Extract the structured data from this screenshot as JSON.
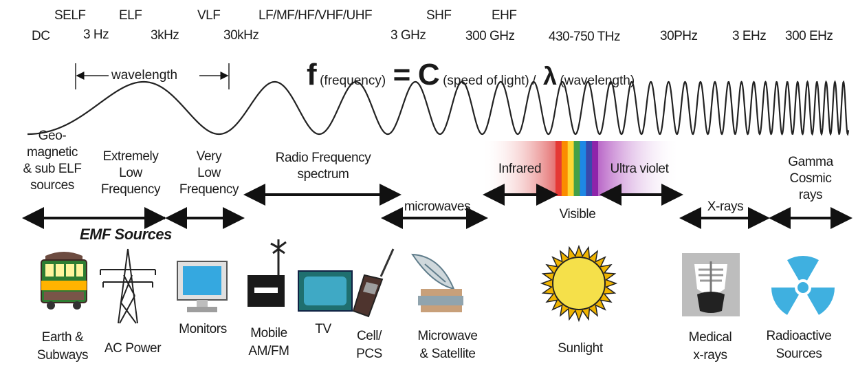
{
  "bands": [
    "SELF",
    "ELF",
    "VLF",
    "LF/MF/HF/VHF/UHF",
    "SHF",
    "EHF"
  ],
  "frequencies": [
    "DC",
    "3 Hz",
    "3kHz",
    "30kHz",
    "3 GHz",
    "300 GHz",
    "430-750 THz",
    "30PHz",
    "3 EHz",
    "300 EHz"
  ],
  "wavelength_label": "wavelength",
  "formula": {
    "f": "f",
    "f_note": "(frequency)",
    "equals": "=",
    "c": "C",
    "c_note": "(speed of light)",
    "slash": "/",
    "lambda": "λ",
    "lambda_note": "(wavelength)"
  },
  "categories": {
    "geomagnetic": [
      "Geo-",
      "magnetic",
      "& sub ELF",
      "sources"
    ],
    "elf": [
      "Extremely",
      "Low",
      "Frequency"
    ],
    "vlf": [
      "Very",
      "Low",
      "Frequency"
    ],
    "radio": [
      "Radio Frequency",
      "spectrum"
    ],
    "microwaves": "microwaves",
    "infrared": "Infrared",
    "ultraviolet": "Ultra violet",
    "visible": "Visible",
    "xrays": "X-rays",
    "gamma": [
      "Gamma",
      "Cosmic",
      "rays"
    ]
  },
  "emf_title": "EMF Sources",
  "sources": {
    "earth": [
      "Earth &",
      "Subways"
    ],
    "ac": [
      "AC Power"
    ],
    "monitors": [
      "Monitors"
    ],
    "mobile": [
      "Mobile",
      "AM/FM"
    ],
    "tv": [
      "TV"
    ],
    "cell": [
      "Cell/",
      "PCS"
    ],
    "microwave": [
      "Microwave",
      "& Satellite"
    ],
    "sunlight": [
      "Sunlight"
    ],
    "medical": [
      "Medical",
      "x-rays"
    ],
    "radioactive": [
      "Radioactive",
      "Sources"
    ]
  },
  "colors": {
    "visible_spectrum": [
      "#e53935",
      "#fb8c00",
      "#fdd835",
      "#43a047",
      "#1e88e5",
      "#3949ab",
      "#8e24aa"
    ],
    "infrared": "#e57373",
    "ultraviolet": "#ba68c8",
    "sun": "#f5e04a",
    "tv": "#3fa9c5",
    "monitor": "#35a8e0",
    "radiation": "#3fb0e0"
  }
}
